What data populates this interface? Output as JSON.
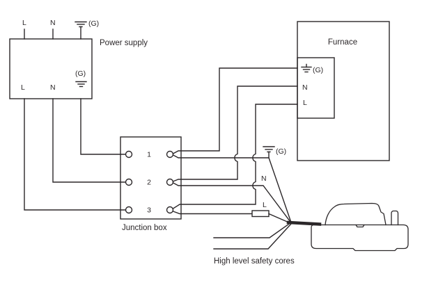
{
  "power_supply": {
    "label": "Power supply",
    "top_terminals": {
      "l": "L",
      "n": "N",
      "g": "(G)"
    },
    "inner_terminals": {
      "l": "L",
      "n": "N",
      "g": "(G)"
    }
  },
  "junction_box": {
    "label": "Junction box",
    "terminals": [
      "1",
      "2",
      "3"
    ]
  },
  "furnace": {
    "label": "Furnace",
    "terminals": {
      "g": "(G)",
      "n": "N",
      "l": "L"
    }
  },
  "pump_feed": {
    "g_label": "(G)",
    "n_label": "N",
    "l_label": "L",
    "safety_cores_label": "High level safety cores"
  },
  "icons": {
    "ground_symbol": "earth-ground-icon",
    "fuse_symbol": "fuse-icon"
  },
  "colors": {
    "line": "#2b2729",
    "background": "#ffffff"
  }
}
